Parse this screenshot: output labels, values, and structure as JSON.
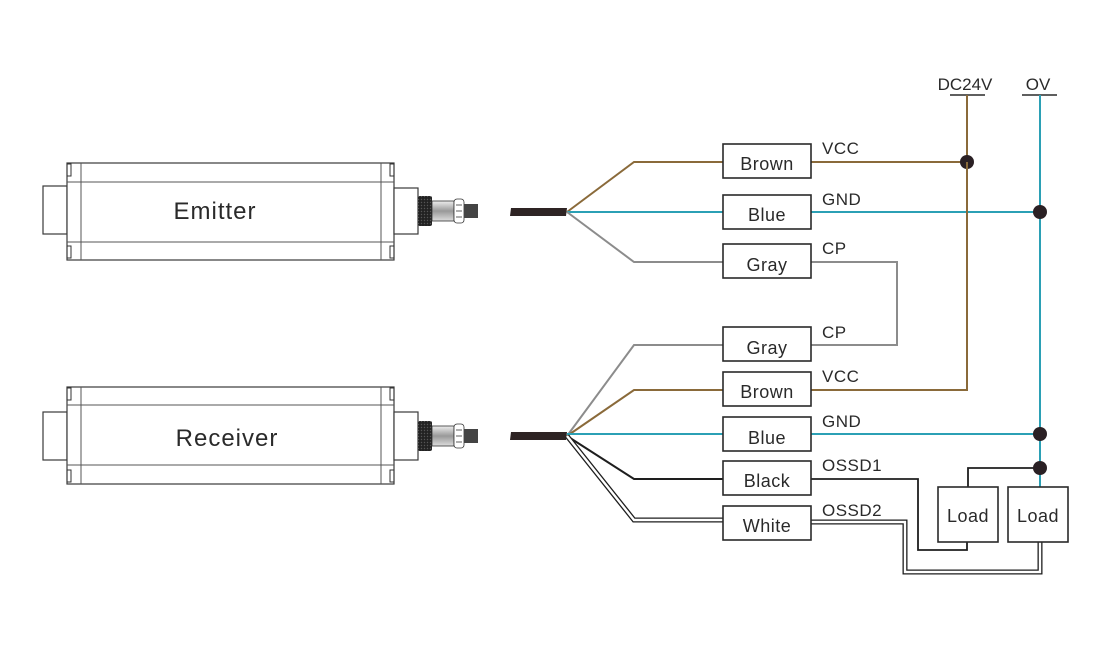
{
  "devices": {
    "emitter": {
      "label": "Emitter"
    },
    "receiver": {
      "label": "Receiver"
    }
  },
  "rails": {
    "positive": {
      "label": "DC24V",
      "color": "#8a6a3a"
    },
    "negative": {
      "label": "OV",
      "color": "#2ba0b5"
    }
  },
  "emitter_wires": [
    {
      "color_name": "Brown",
      "signal": "VCC",
      "color": "#8a6a3a"
    },
    {
      "color_name": "Blue",
      "signal": "GND",
      "color": "#2ba0b5"
    },
    {
      "color_name": "Gray",
      "signal": "CP",
      "color": "#8c8c8c"
    }
  ],
  "receiver_wires": [
    {
      "color_name": "Gray",
      "signal": "CP",
      "color": "#8c8c8c"
    },
    {
      "color_name": "Brown",
      "signal": "VCC",
      "color": "#8a6a3a"
    },
    {
      "color_name": "Blue",
      "signal": "GND",
      "color": "#2ba0b5"
    },
    {
      "color_name": "Black",
      "signal": "OSSD1",
      "color": "#1e1e1e"
    },
    {
      "color_name": "White",
      "signal": "OSSD2",
      "color": "#ffffff"
    }
  ],
  "loads": [
    {
      "label": "Load"
    },
    {
      "label": "Load"
    }
  ]
}
